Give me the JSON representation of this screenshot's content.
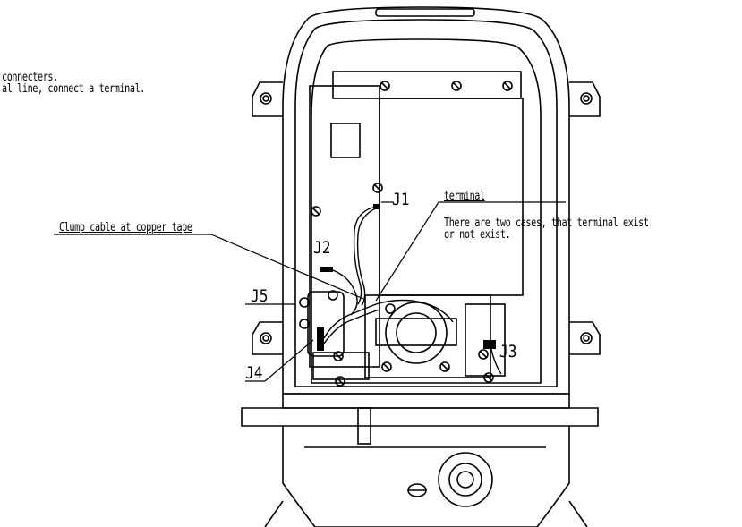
{
  "notes": {
    "line1": "connecters.",
    "line2": "al line, connect a terminal.",
    "clump": "Clump cable at copper tape",
    "terminal_title": "terminal",
    "terminal_line1": "There are two cases, that terminal exist",
    "terminal_line2": "or not exist."
  },
  "connectors": {
    "j1": "J1",
    "j2": "J2",
    "j3": "J3",
    "j4": "J4",
    "j5": "J5"
  },
  "colors": {
    "line": "#000000",
    "background": "#ffffff"
  }
}
